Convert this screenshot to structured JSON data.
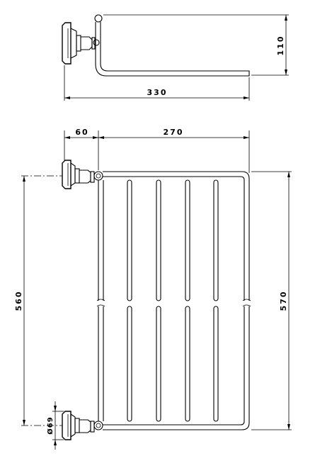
{
  "drawing": {
    "side_view": {
      "width_dimension": "330",
      "height_dimension": "110"
    },
    "front_view": {
      "wall_offset_dimension": "60",
      "depth_dimension": "270",
      "mounting_distance_dimension": "560",
      "overall_length_dimension": "570",
      "flange_diameter_dimension": "Ø69"
    }
  }
}
